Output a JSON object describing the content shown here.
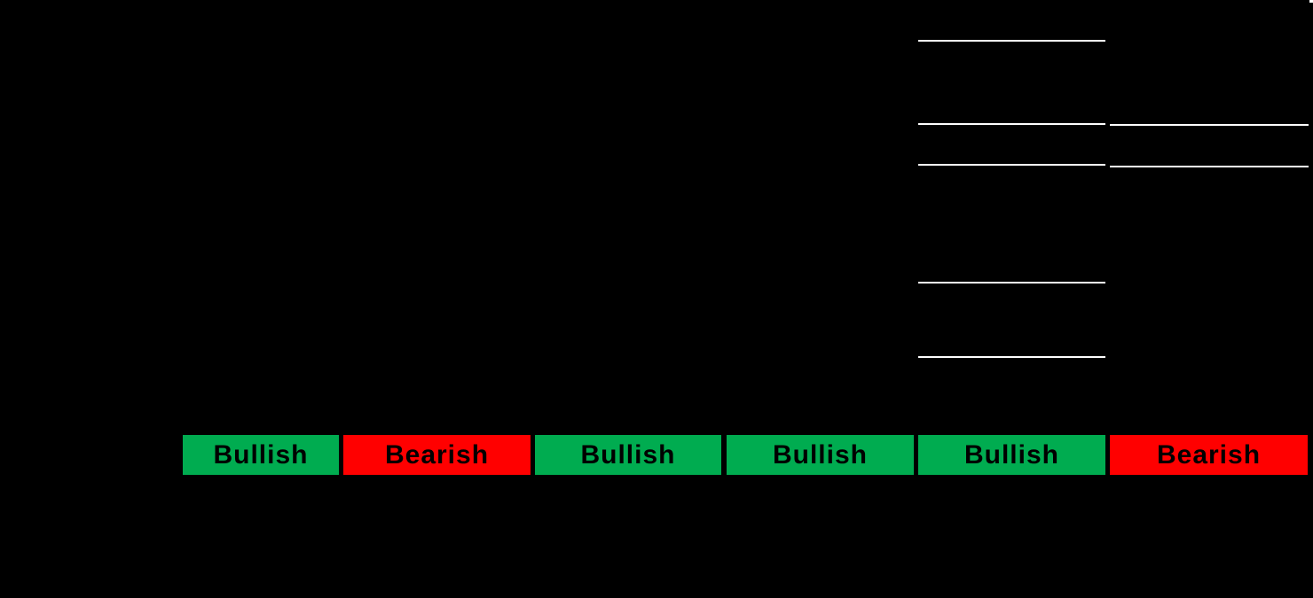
{
  "colors": {
    "bullish": "#00AC50",
    "bearish": "#FF0000",
    "separator": "#FFFFFF",
    "label_text": "#000000",
    "background": "#000000"
  },
  "sentiment_row": {
    "cells": [
      {
        "label": "Bullish",
        "state": "bullish"
      },
      {
        "label": "Bearish",
        "state": "bearish"
      },
      {
        "label": "Bullish",
        "state": "bullish"
      },
      {
        "label": "Bullish",
        "state": "bullish"
      },
      {
        "label": "Bullish",
        "state": "bullish"
      },
      {
        "label": "Bearish",
        "state": "bearish"
      }
    ]
  }
}
